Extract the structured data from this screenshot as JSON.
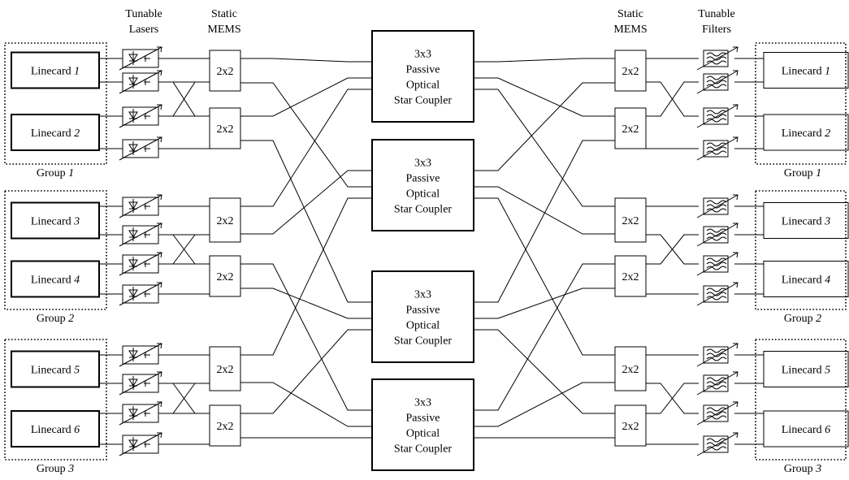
{
  "headers": {
    "left_lasers": [
      "Tunable",
      "Lasers"
    ],
    "left_mems": [
      "Static",
      "MEMS"
    ],
    "right_mems": [
      "Static",
      "MEMS"
    ],
    "right_filters": [
      "Tunable",
      "Filters"
    ]
  },
  "left_linecards": [
    {
      "prefix": "Linecard ",
      "num": "1"
    },
    {
      "prefix": "Linecard ",
      "num": "2"
    },
    {
      "prefix": "Linecard ",
      "num": "3"
    },
    {
      "prefix": "Linecard ",
      "num": "4"
    },
    {
      "prefix": "Linecard ",
      "num": "5"
    },
    {
      "prefix": "Linecard ",
      "num": "6"
    }
  ],
  "right_linecards": [
    {
      "prefix": "Linecard ",
      "num": "1"
    },
    {
      "prefix": "Linecard ",
      "num": "2"
    },
    {
      "prefix": "Linecard ",
      "num": "3"
    },
    {
      "prefix": "Linecard ",
      "num": "4"
    },
    {
      "prefix": "Linecard ",
      "num": "5"
    },
    {
      "prefix": "Linecard ",
      "num": "6"
    }
  ],
  "left_groups": [
    {
      "prefix": "Group ",
      "num": "1"
    },
    {
      "prefix": "Group ",
      "num": "2"
    },
    {
      "prefix": "Group ",
      "num": "3"
    }
  ],
  "right_groups": [
    {
      "prefix": "Group ",
      "num": "1"
    },
    {
      "prefix": "Group ",
      "num": "2"
    },
    {
      "prefix": "Group ",
      "num": "3"
    }
  ],
  "mems_label": "2x2",
  "coupler_lines": [
    "3x3",
    "Passive",
    "Optical",
    "Star Coupler"
  ],
  "coupler_count": 4,
  "laser_count": 12,
  "filter_count": 12,
  "laser_icon": "tunable-laser-icon",
  "filter_icon": "tunable-filter-icon",
  "colors": {
    "line": "#000000",
    "background": "#ffffff"
  }
}
